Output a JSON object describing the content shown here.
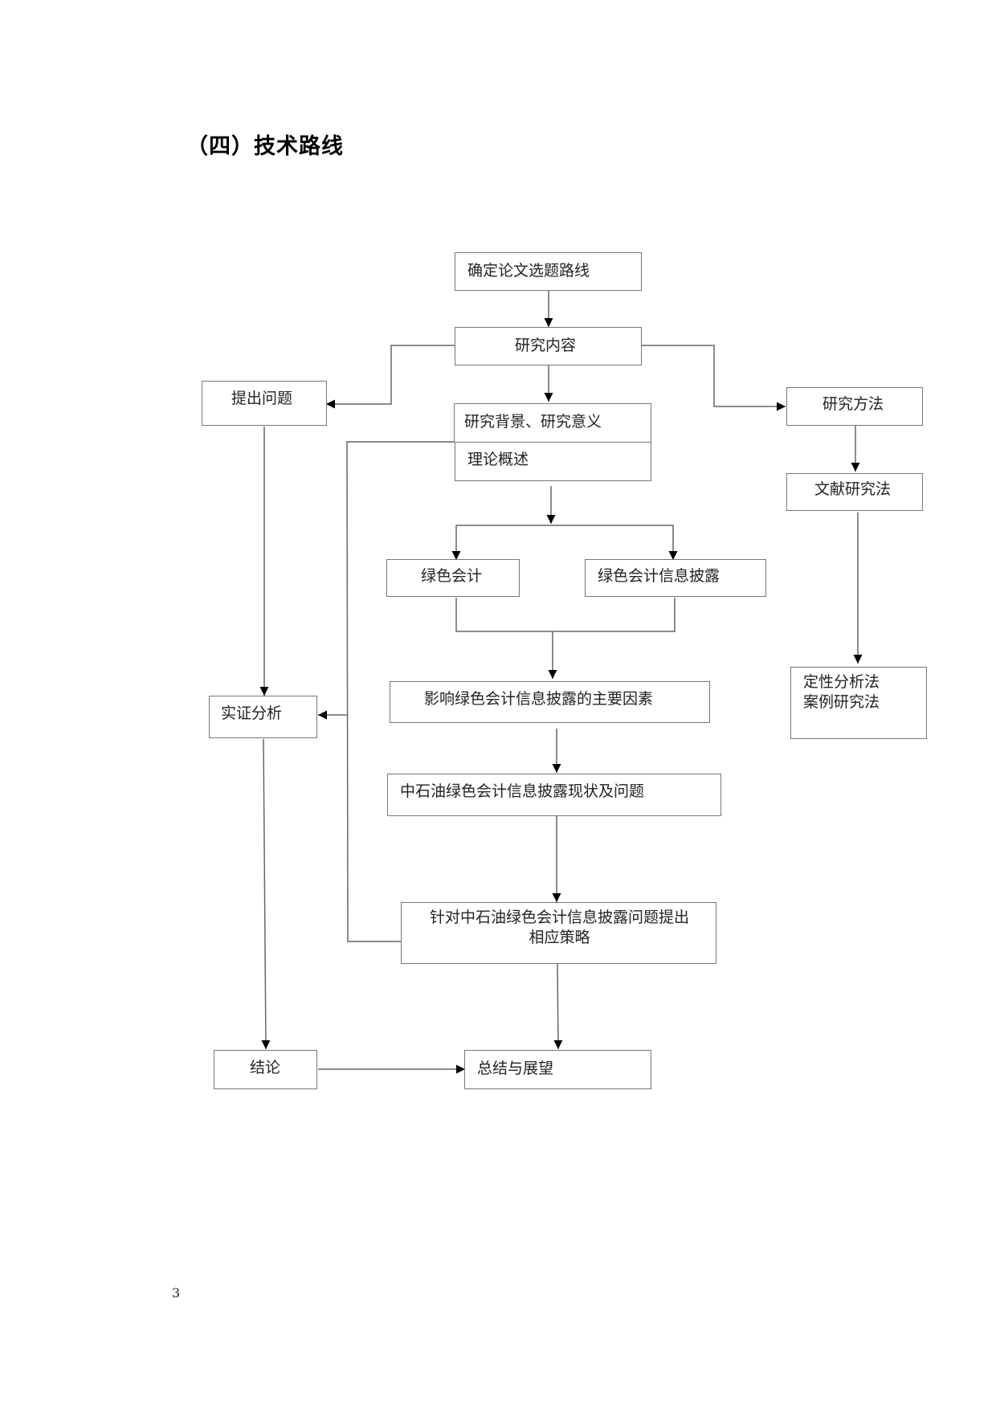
{
  "heading": "（四）技术路线",
  "page_number": "3",
  "flowchart": {
    "center": {
      "topic": "确定论文选题路线",
      "content": "研究内容",
      "background": "研究背景、研究意义",
      "theory": "理论概述",
      "green_accounting": "绿色会计",
      "green_disclosure": "绿色会计信息披露",
      "factors": "影响绿色会计信息披露的主要因素",
      "status": "中石油绿色会计信息披露现状及问题",
      "strategy": "针对中石油绿色会计信息披露问题提出\n相应策略",
      "summary": "总结与展望"
    },
    "left": {
      "problem": "提出问题",
      "empirical": "实证分析",
      "conclusion": "结论"
    },
    "right": {
      "methods": "研究方法",
      "literature": "文献研究法",
      "qualitative": "定性分析法\n案例研究法"
    }
  },
  "colors": {
    "box_border": "#777777",
    "line": "#666666",
    "arrow": "#000000",
    "text": "#222222"
  }
}
